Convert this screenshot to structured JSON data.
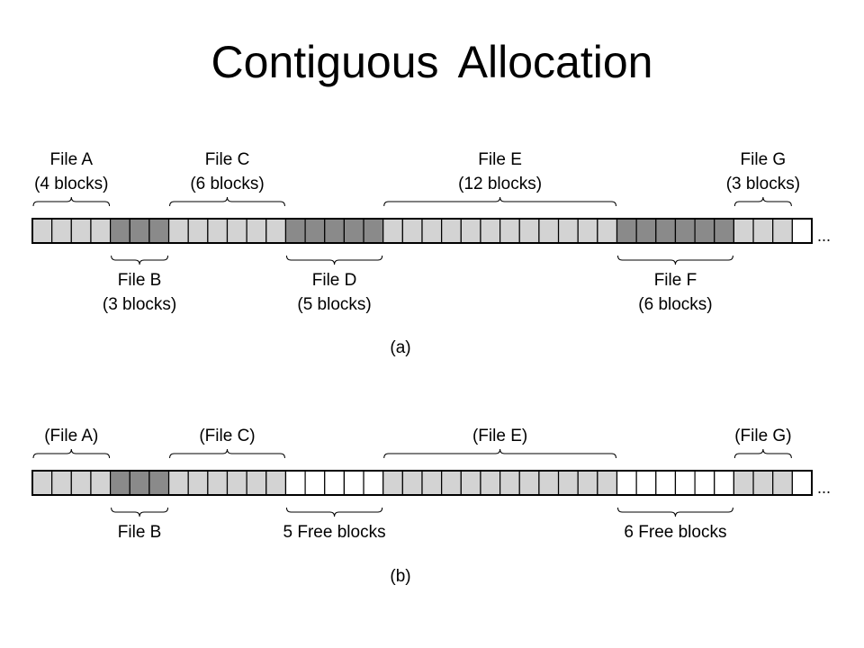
{
  "title": "Contiguous Allocation",
  "colors": {
    "light": "#d3d3d3",
    "dark": "#8a8a8a",
    "free": "#ffffff",
    "stroke": "#000000"
  },
  "panels": [
    {
      "id": "a",
      "caption": "(a)",
      "ellipsis": "...",
      "segments": [
        {
          "blocks": 4,
          "fill": "light",
          "label": [
            "File A",
            "(4 blocks)"
          ],
          "side": "top"
        },
        {
          "blocks": 3,
          "fill": "dark",
          "label": [
            "File B",
            "(3 blocks)"
          ],
          "side": "bottom"
        },
        {
          "blocks": 6,
          "fill": "light",
          "label": [
            "File C",
            "(6 blocks)"
          ],
          "side": "top"
        },
        {
          "blocks": 5,
          "fill": "dark",
          "label": [
            "File D",
            "(5 blocks)"
          ],
          "side": "bottom"
        },
        {
          "blocks": 12,
          "fill": "light",
          "label": [
            "File E",
            "(12 blocks)"
          ],
          "side": "top"
        },
        {
          "blocks": 6,
          "fill": "dark",
          "label": [
            "File F",
            "(6 blocks)"
          ],
          "side": "bottom"
        },
        {
          "blocks": 3,
          "fill": "light",
          "label": [
            "File G",
            "(3 blocks)"
          ],
          "side": "top"
        },
        {
          "blocks": 1,
          "fill": "free"
        }
      ]
    },
    {
      "id": "b",
      "caption": "(b)",
      "ellipsis": "...",
      "segments": [
        {
          "blocks": 4,
          "fill": "light",
          "label": [
            "(File A)"
          ],
          "side": "top"
        },
        {
          "blocks": 3,
          "fill": "dark",
          "label": [
            "File B"
          ],
          "side": "bottom"
        },
        {
          "blocks": 6,
          "fill": "light",
          "label": [
            "(File C)"
          ],
          "side": "top"
        },
        {
          "blocks": 5,
          "fill": "free",
          "label": [
            "5 Free blocks"
          ],
          "side": "bottom"
        },
        {
          "blocks": 12,
          "fill": "light",
          "label": [
            "(File E)"
          ],
          "side": "top"
        },
        {
          "blocks": 6,
          "fill": "free",
          "label": [
            "6 Free blocks"
          ],
          "side": "bottom"
        },
        {
          "blocks": 3,
          "fill": "light",
          "label": [
            "(File G)"
          ],
          "side": "top"
        },
        {
          "blocks": 1,
          "fill": "free"
        }
      ]
    }
  ]
}
